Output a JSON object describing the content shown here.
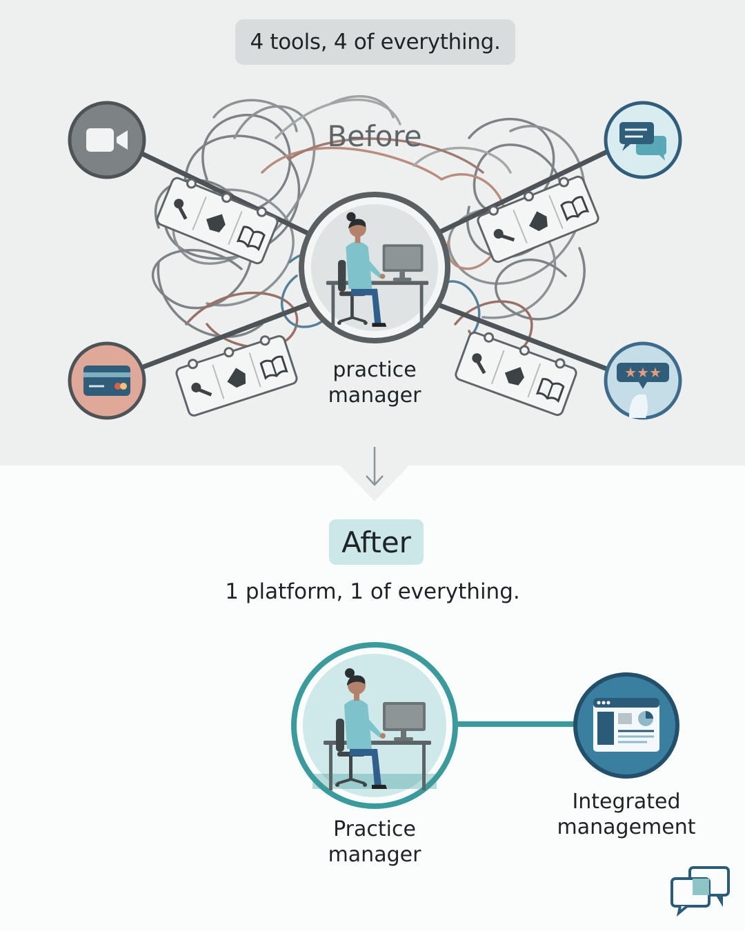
{
  "before": {
    "caption": "4 tools, 4 of everything.",
    "heading": "Before",
    "center_label_line1": "practice",
    "center_label_line2": "manager",
    "tools": [
      {
        "name": "video-call-icon",
        "color": "#6f777a"
      },
      {
        "name": "chat-bubbles-icon",
        "color": "#2f5d7a"
      },
      {
        "name": "credit-card-icon",
        "color": "#d8a593"
      },
      {
        "name": "review-stars-icon",
        "color": "#3e6b8c"
      }
    ],
    "tag_icons": [
      "key-icon",
      "price-tag-icon",
      "open-book-icon"
    ]
  },
  "after": {
    "heading": "After",
    "caption": "1 platform, 1 of everything.",
    "center_label_line1": "Practice",
    "center_label_line2": "manager",
    "platform_label_line1": "Integrated",
    "platform_label_line2": "management"
  },
  "colors": {
    "teal": "#3b9a9c",
    "navy": "#2a5b78",
    "grey_ring": "#5f6466",
    "tangle": "#8a8f91"
  }
}
